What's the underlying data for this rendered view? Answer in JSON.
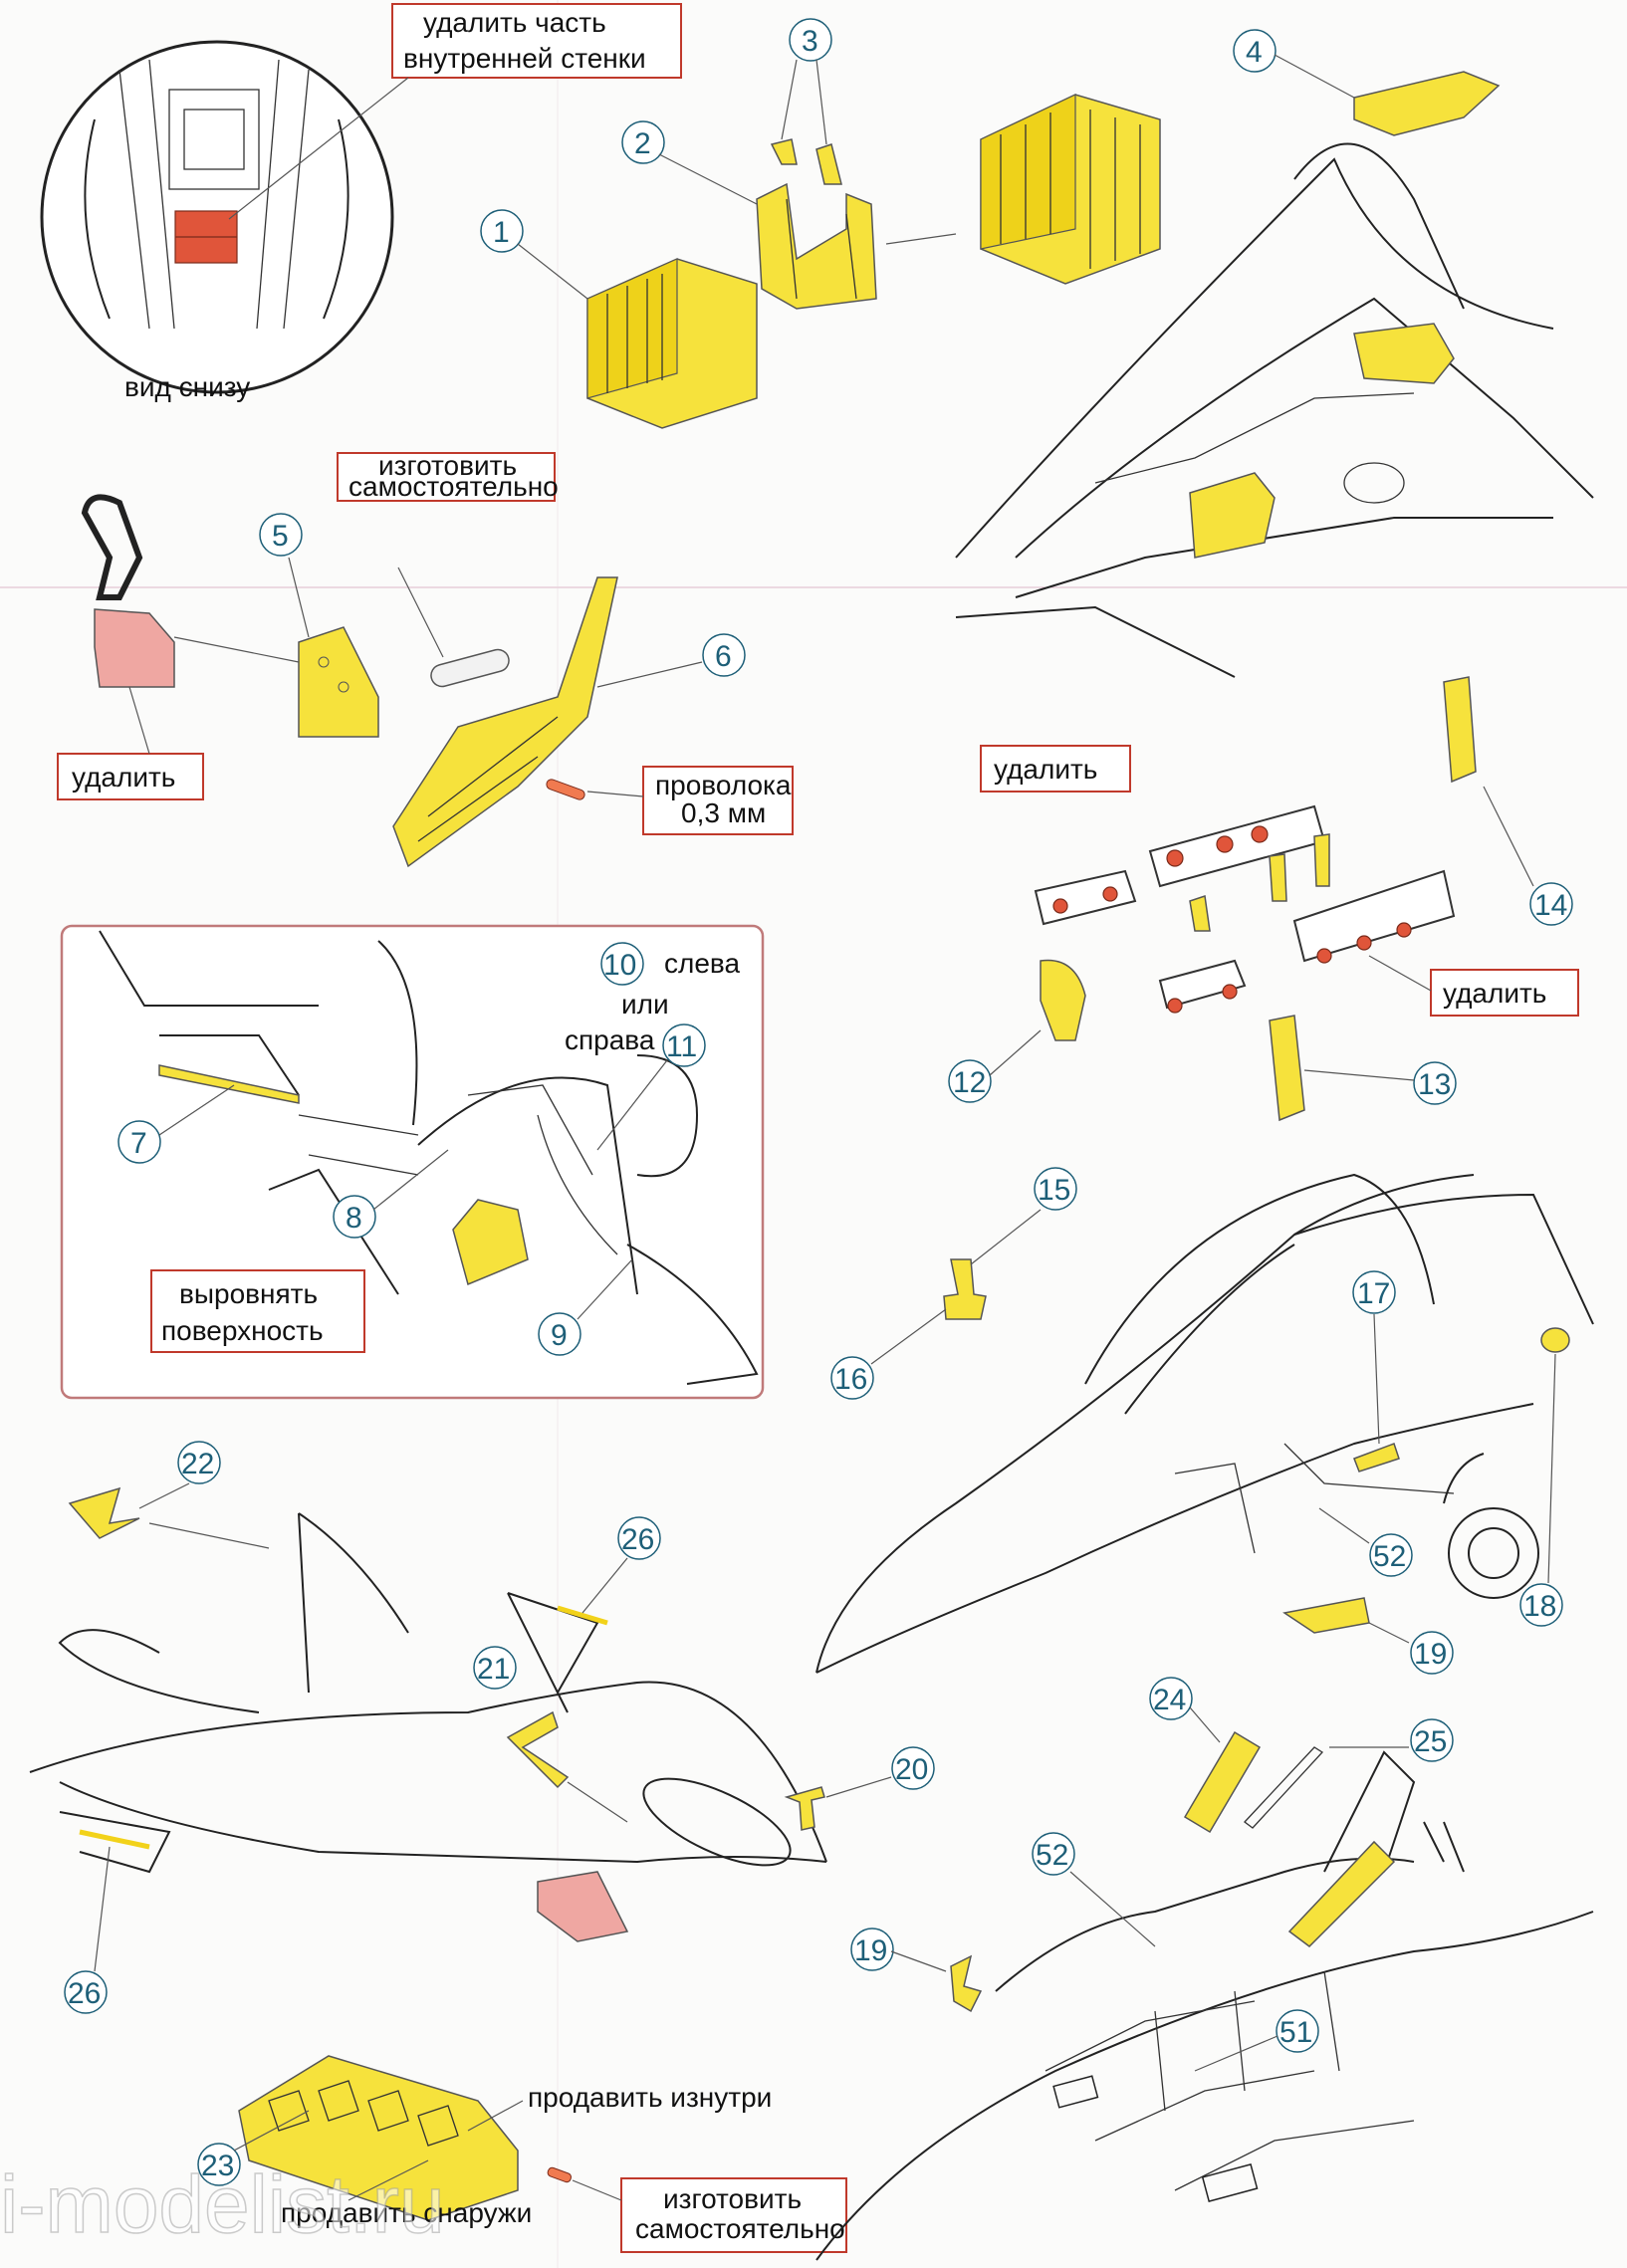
{
  "labels": {
    "inset_view": "вид снизу",
    "remove_inner_wall_1": "удалить часть",
    "remove_inner_wall_2": "внутренней стенки",
    "make_yourself_a_1": "изготовить",
    "make_yourself_a_2": "самостоятельно",
    "remove_a": "удалить",
    "wire_1": "проволока",
    "wire_2": "0,3 мм",
    "left": "слева",
    "or": "или",
    "right": "справа",
    "align_1": "выровнять",
    "align_2": "поверхность",
    "remove_b": "удалить",
    "remove_c": "удалить",
    "push_inside": "продавить изнутри",
    "push_outside": "продавить снаружи",
    "make_yourself_b_1": "изготовить",
    "make_yourself_b_2": "самостоятельно"
  },
  "parts": {
    "p1": "1",
    "p2": "2",
    "p3": "3",
    "p4": "4",
    "p5": "5",
    "p6": "6",
    "p7": "7",
    "p8": "8",
    "p9": "9",
    "p10": "10",
    "p11": "11",
    "p12": "12",
    "p13": "13",
    "p14": "14",
    "p15": "15",
    "p16": "16",
    "p17": "17",
    "p18": "18",
    "p19a": "19",
    "p19b": "19",
    "p20": "20",
    "p21": "21",
    "p22": "22",
    "p23": "23",
    "p24": "24",
    "p25": "25",
    "p26a": "26",
    "p26b": "26",
    "p51": "51",
    "p52a": "52",
    "p52b": "52"
  },
  "watermark": "i-modelist.ru",
  "colors": {
    "photo_etch": "#f6e23c",
    "remove_part": "#e0553a",
    "callout_border": "#c0392b",
    "part_number": "#1e5f78"
  }
}
